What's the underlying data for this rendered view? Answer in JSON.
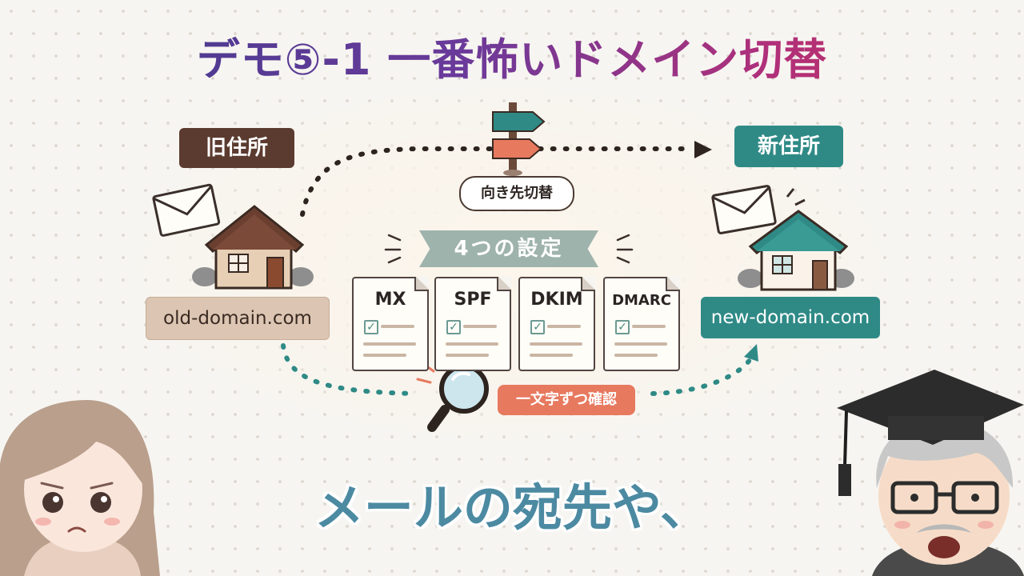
{
  "title": "デモ⑤-1 一番怖いドメイン切替",
  "old_address": {
    "label": "旧住所",
    "domain": "old-domain.com"
  },
  "new_address": {
    "label": "新住所",
    "domain": "new-domain.com"
  },
  "switch_label": "向き先切替",
  "settings_banner": "4つの設定",
  "settings": [
    "MX",
    "SPF",
    "DKIM",
    "DMARC"
  ],
  "confirm_label": "一文字ずつ確認",
  "subtitle": "メールの宛先や、",
  "icons": [
    "envelope-icon",
    "house-icon",
    "signpost-icon",
    "document-icon",
    "checkbox-icon",
    "magnifier-icon",
    "arrow-icon"
  ],
  "colors": {
    "old": "#5b3b2f",
    "new": "#2f8a86",
    "accent": "#e7795f",
    "subtitle": "#4c8aa2"
  }
}
